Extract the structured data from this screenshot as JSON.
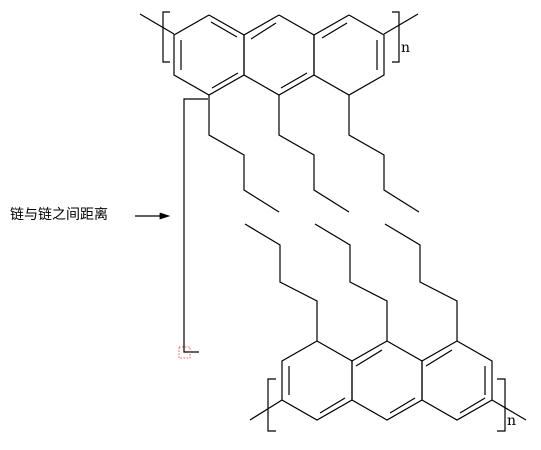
{
  "diagram": {
    "polymer_top": {
      "subscript": "n"
    },
    "polymer_bottom": {
      "subscript": "n"
    },
    "annotation": {
      "text": "链与链之间距离"
    }
  }
}
